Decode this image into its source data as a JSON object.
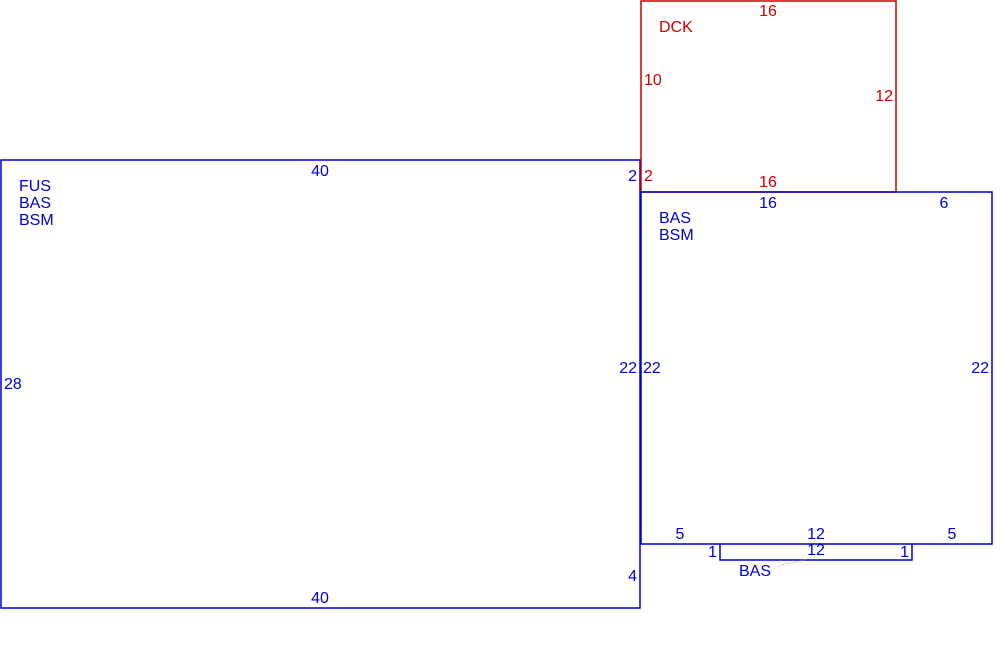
{
  "colors": {
    "main": "#0000cc",
    "deck": "#cc0000",
    "leader": "#999999"
  },
  "main_block": {
    "codes": [
      "FUS",
      "BAS",
      "BSM"
    ],
    "top": "40",
    "bottom": "40",
    "left": "28",
    "right_upper": "2",
    "right_middle": "22",
    "right_lower": "4"
  },
  "deck": {
    "code": "DCK",
    "top": "16",
    "bottom": "16",
    "left_upper": "10",
    "left_lower": "2",
    "right": "12"
  },
  "right_block": {
    "codes": [
      "BAS",
      "BSM"
    ],
    "top_left": "16",
    "top_right": "6",
    "left": "22",
    "right": "22",
    "bottom_left": "5",
    "bottom_middle": "12",
    "bottom_right": "5"
  },
  "bump": {
    "code": "BAS",
    "top": "12",
    "left": "1",
    "right": "1"
  }
}
